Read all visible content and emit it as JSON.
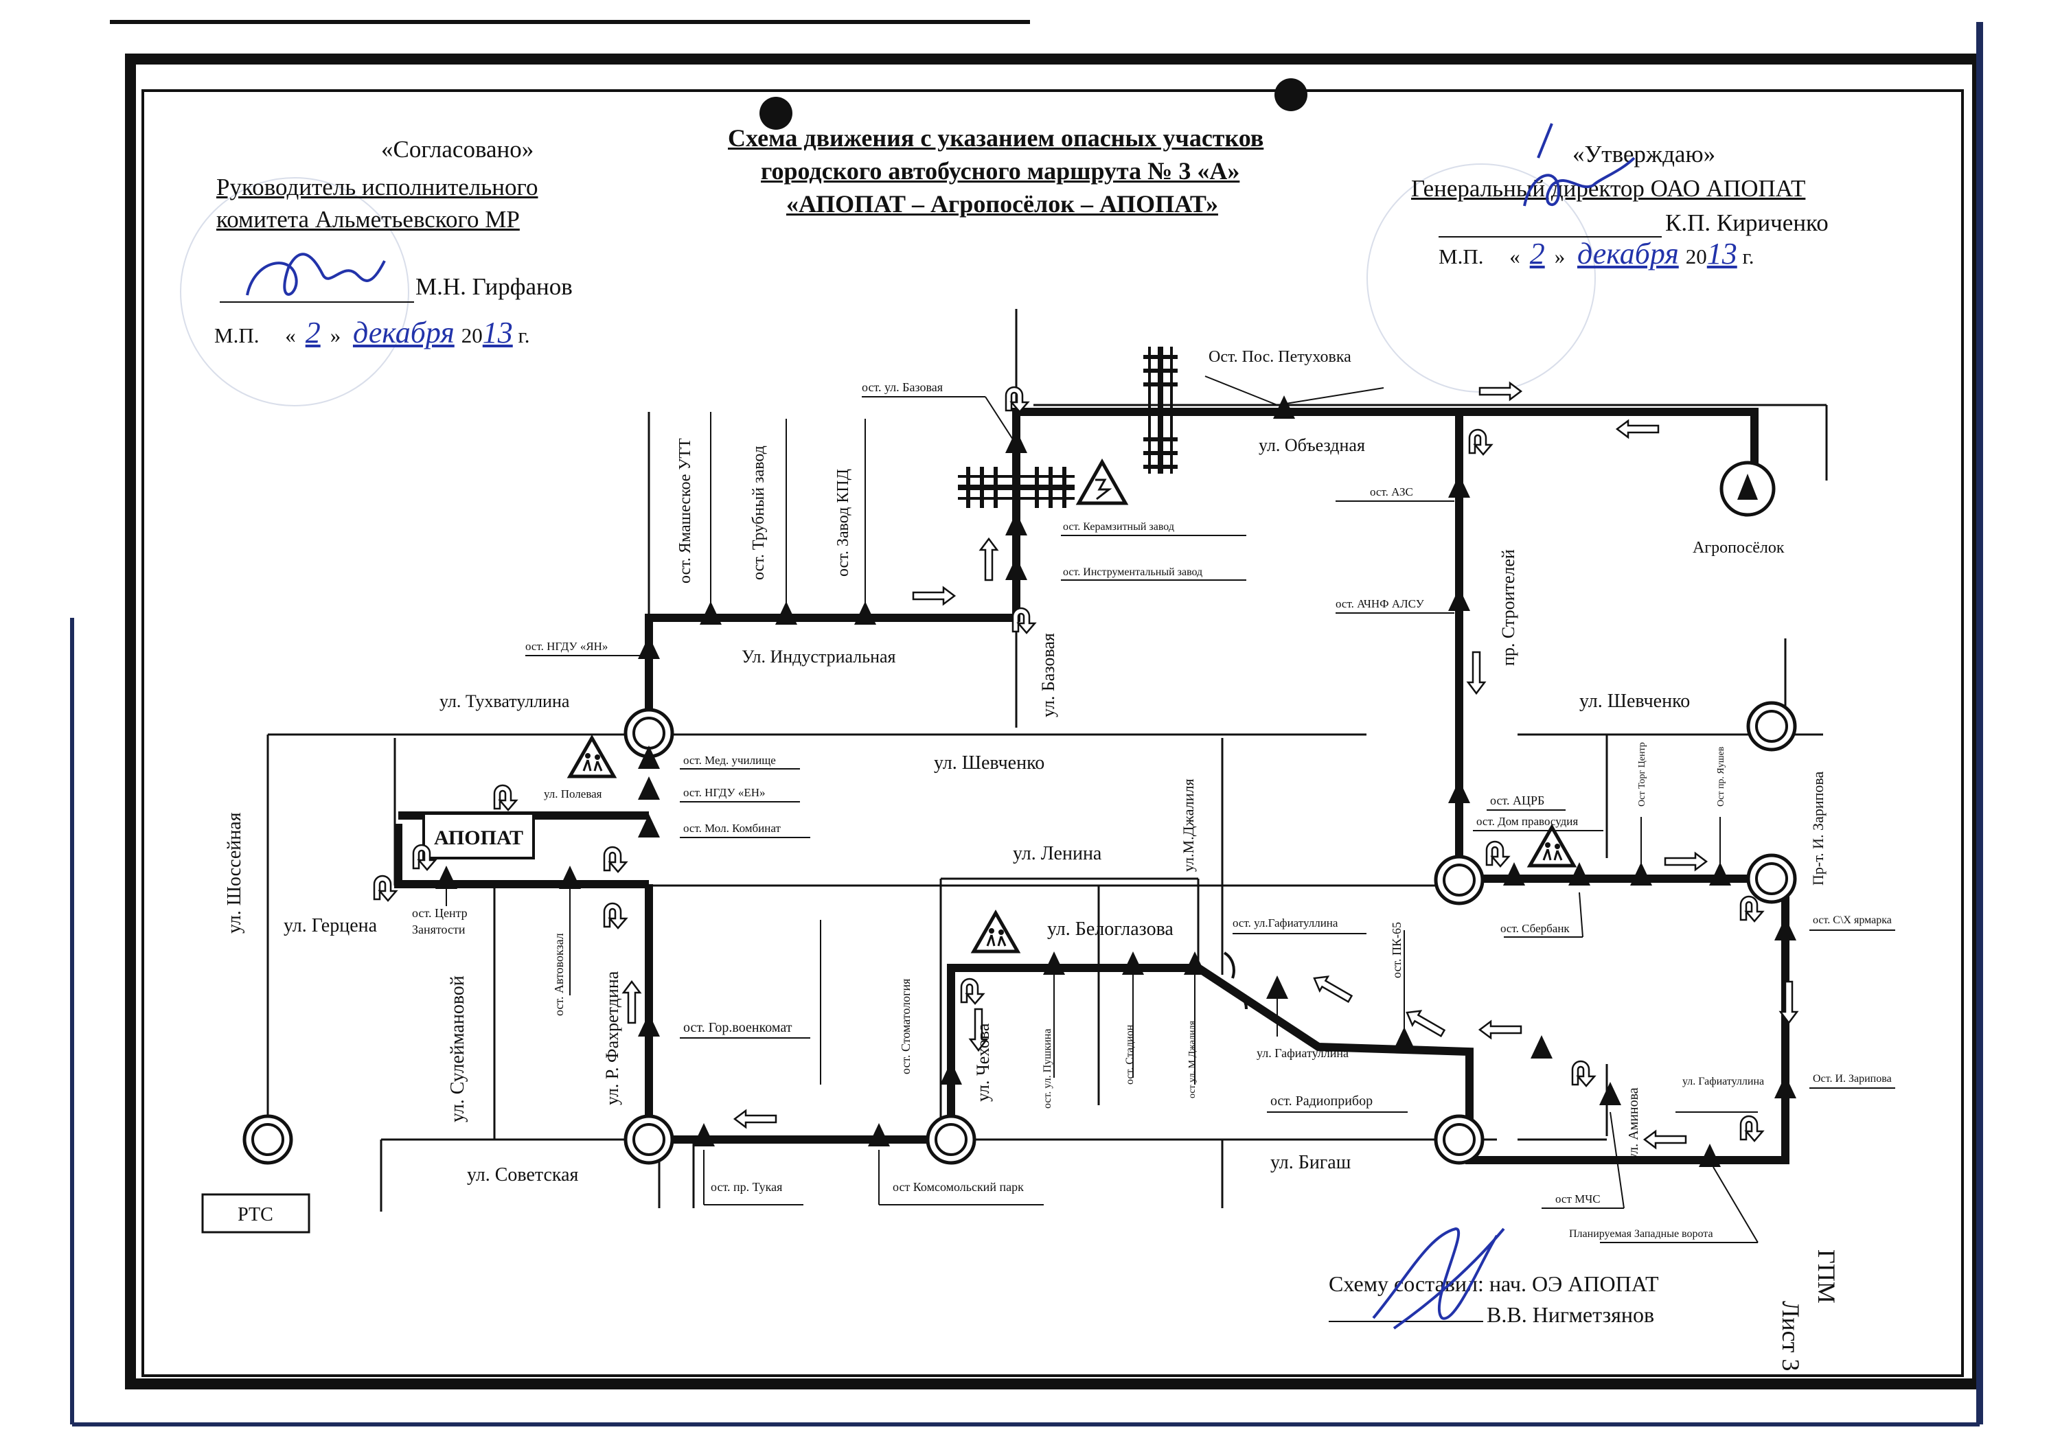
{
  "title": {
    "line1": "Схема движения с указанием опасных участков",
    "line2": "городского автобусного маршрута № 3 «А»",
    "line3": "«АПОПАТ – Агропосёлок – АПОПАТ»"
  },
  "approval_left": {
    "label": "«Согласовано»",
    "line1": "Руководитель исполнительного",
    "line2": "комитета Альметьевского МР",
    "name": "М.Н. Гирфанов",
    "mp": "М.П.",
    "day_open": "«",
    "day": "2",
    "day_close": "»",
    "month": "декабря",
    "year_prefix": "20",
    "year_suffix": "13",
    "year_end": "г."
  },
  "approval_right": {
    "label": "«Утверждаю»",
    "line1": "Генеральный директор ОАО АПОПАТ",
    "name": "К.П. Кириченко",
    "mp": "М.П.",
    "day_open": "«",
    "day": "2",
    "day_close": "»",
    "month": "декабря",
    "year_prefix": "20",
    "year_suffix": "13",
    "year_end": "г."
  },
  "footer": {
    "compiled_by": "Схему составил: нач. ОЭ АПОПАТ",
    "compiler_name": "В.В. Нигметзянов",
    "sheet": "Лист 3",
    "sheet_code": "ГПМ"
  },
  "places": {
    "depot": "АПОПАТ",
    "rts": "РТС",
    "agroposelok": "Агропосёлок"
  },
  "streets": {
    "tukhvatullina": "ул. Тухватуллина",
    "industrialnaya": "Ул. Индустриальная",
    "shevchenko_center": "ул. Шевченко",
    "shevchenko_right": "ул. Шевченко",
    "lenina": "ул. Ленина",
    "belog lazova": "",
    "beloglazova": "ул. Белоглазова",
    "sovetskaya": "ул. Советская",
    "gertsena": "ул. Герцена",
    "shosseinaya": "ул. Шоссейная",
    "suleimanovoy": "ул. Сулеймановой",
    "fakhretdina": "ул. Р. Фахретдина",
    "chekhova": "ул. Чехова",
    "gafiatullina": "ул. Гафиатуллина",
    "gafiatullina_right": "ул. Гафиатуллина",
    "bigash": "ул. Бигаш",
    "bazovaya": "ул. Базовая",
    "obezdnaya": "ул. Объездная",
    "stroiteley": "пр. Строителей",
    "dzhalilya": "ул.М.Джалиля",
    "zaripova": "Пр-т. И. Зарипова",
    "aminova": "ул. Аминова"
  },
  "stops": {
    "ngdu_yan": "ост. НГДУ «ЯН»",
    "yamashevskoe_utt": "ост. Ямашеское УТТ",
    "trubny_zavod": "ост. Трубный завод",
    "zavod_kpd": "ост. Завод КПД",
    "bazovaya": "ост. ул. Базовая",
    "pos_petukhovka": "Ост. Пос. Петуховка",
    "keramzitny": "ост. Керамзитный завод",
    "instrumentalny": "ост. Инструментальный завод",
    "azs": "ост. АЗС",
    "achnf_alsu": "ост. АЧНФ АЛСУ",
    "med_uchilishche": "ост. Мед. училище",
    "ngdu_en": "ост. НГДУ «ЕН»",
    "mol_kombinat": "ост. Мол. Комбинат",
    "polevaya": "ул. Полевая",
    "tsentr_zanyatosti_1": "ост. Центр",
    "tsentr_zanyatosti_2": "Занятости",
    "avtovokzal": "ост. Автовокзал",
    "gor_voenkomat": "ост. Гор.военкомат",
    "pr_tukaya": "ост. пр. Тукая",
    "komsomolsky_park": "ост Комсомольский парк",
    "stomatologiya": "ост. Стоматология",
    "pushkina": "ост. ул. Пушкина",
    "stadion": "ост. Стадион",
    "m_dzhalilya": "ост ул. М Джалиля",
    "gafiatullina": "ост. ул.Гафиатуллина",
    "pk65": "ост. ПК-65",
    "radiopribor": "ост. Радиоприбор",
    "atsrb": "ост. АЦРБ",
    "dom_pravosudiya": "ост. Дом правосудия",
    "sberbank": "ост. Сбербанк",
    "torg_tsentr": "Ост Торг Центр",
    "pr_yaushev": "Ост пр. Яушев",
    "skh_yarmarka": "ост. С\\Х ярмарка",
    "i_zaripova": "Ост. И. Зарипова",
    "mchs": "ост МЧС",
    "zapadnye_vorota": "Планируемая Западные ворота"
  },
  "icons": [
    "warning-children-icon",
    "warning-electric-icon",
    "railway-crossing-icon",
    "roundabout-icon",
    "bus-stop-icon",
    "direction-arrow-icon",
    "u-turn-icon",
    "stamp-seal",
    "handwritten-signature"
  ],
  "colors": {
    "ink": "#111111",
    "stamp": "#b9c3d8",
    "signature": "#2233aa",
    "frame_right": "#1d2b5c"
  }
}
